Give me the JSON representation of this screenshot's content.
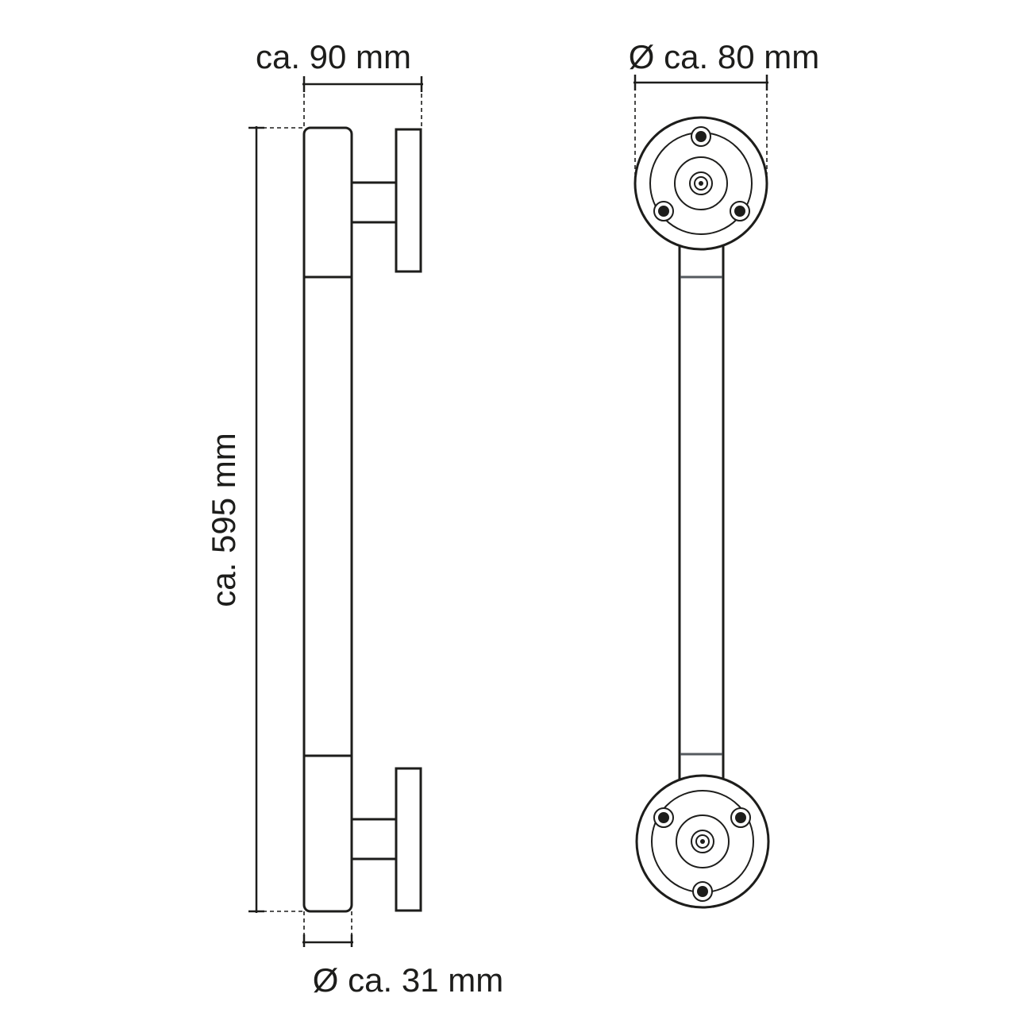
{
  "dimensions": {
    "side_depth": "ca. 90 mm",
    "flange_diameter": "Ø ca. 80 mm",
    "overall_length": "ca. 595 mm",
    "bar_diameter": "Ø ca. 31 mm"
  },
  "colors": {
    "line": "#1d1d1b",
    "accent_line": "#555a5f",
    "background": "#ffffff"
  }
}
